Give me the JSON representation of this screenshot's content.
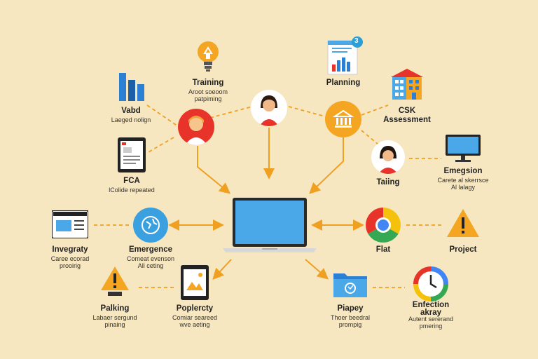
{
  "nodes": {
    "training": {
      "label": "Training",
      "sub": "Aroot soeoom\npatpiming"
    },
    "vabd": {
      "label": "Vabd",
      "sub": "Laeged nolign"
    },
    "planning": {
      "label": "Planning"
    },
    "csk": {
      "label": "CSK\nAssessment"
    },
    "fca": {
      "label": "FCA",
      "sub": "lColide repeated"
    },
    "taiing": {
      "label": "Taiing"
    },
    "emegsion": {
      "label": "Emegsion",
      "sub": "Carete al skerrsce\nAl lalagy"
    },
    "invegraty": {
      "label": "Invegraty",
      "sub": "Caree ecorad\nprooirig"
    },
    "emergence": {
      "label": "Emergence",
      "sub": "Comeat evenson\nAll ceting"
    },
    "flat": {
      "label": "Flat"
    },
    "project": {
      "label": "Project"
    },
    "palking": {
      "label": "Palking",
      "sub": "Labaer sergund\npinaing"
    },
    "poplercty": {
      "label": "Poplercty",
      "sub": "Comiar seareed\nwve aeting"
    },
    "piapey": {
      "label": "Piapey",
      "sub": "Thoer beedral\nprompig"
    },
    "enfection": {
      "label": "Enfection\nakray",
      "sub": "Autent sererand\npmering"
    }
  },
  "badge": "3",
  "colors": {
    "background": "#f7e7c1",
    "accent": "#f4a623",
    "link": "#f0a020",
    "screen": "#4aa8e8",
    "avatar_red": "#e8332a"
  }
}
